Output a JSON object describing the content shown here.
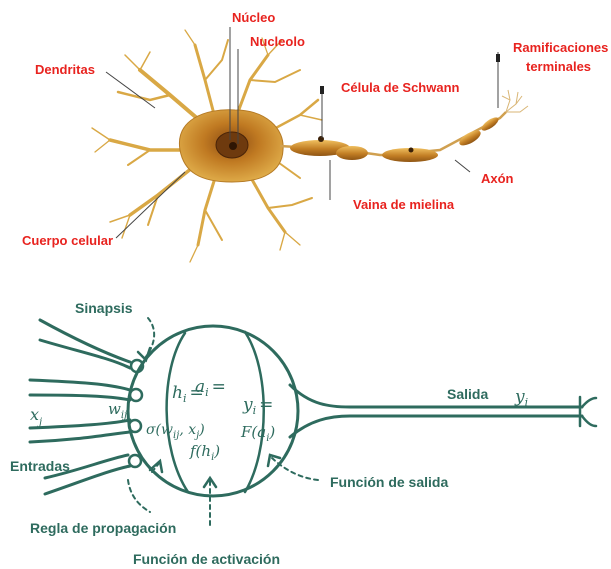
{
  "neuron_labels": {
    "nucleo": "Núcleo",
    "nucleolo": "Nucleolo",
    "dendritas": "Dendritas",
    "ramificaciones_1": "Ramificaciones",
    "ramificaciones_2": "terminales",
    "celula_schwann": "Célula de Schwann",
    "axon": "Axón",
    "vaina_mielina": "Vaina de mielina",
    "cuerpo_celular": "Cuerpo celular"
  },
  "model_labels": {
    "sinapsis": "Sinapsis",
    "salida": "Salida",
    "entradas": "Entradas",
    "funcion_salida": "Función de salida",
    "regla_propagacion": "Regla de propagación",
    "funcion_activacion": "Función de activación"
  },
  "model_symbols": {
    "h": "h",
    "h_sub": "i",
    "h_eq": "=",
    "a": "a",
    "a_sub": "i",
    "a_eq": "=",
    "y": "y",
    "y_sub": "i",
    "y_eq": "=",
    "sigma_expr": "σ(w",
    "sigma_sub": "ij",
    "sigma_tail": ", x",
    "sigma_tail_sub": "j",
    "sigma_close": ")",
    "f_expr": "f(h",
    "f_sub": "i",
    "f_close": ")",
    "F_expr": "F(a",
    "F_sub": "i",
    "F_close": ")",
    "w": "w",
    "w_sub": "ij",
    "x": "x",
    "x_sub": "j",
    "y_out": "y",
    "y_out_sub": "i"
  },
  "colors": {
    "label_red": "#e8231f",
    "model_green": "#2e6b5e",
    "cell_body": "#c9892a",
    "dendrite": "#d9a845",
    "myelin": "#c98a2a"
  }
}
